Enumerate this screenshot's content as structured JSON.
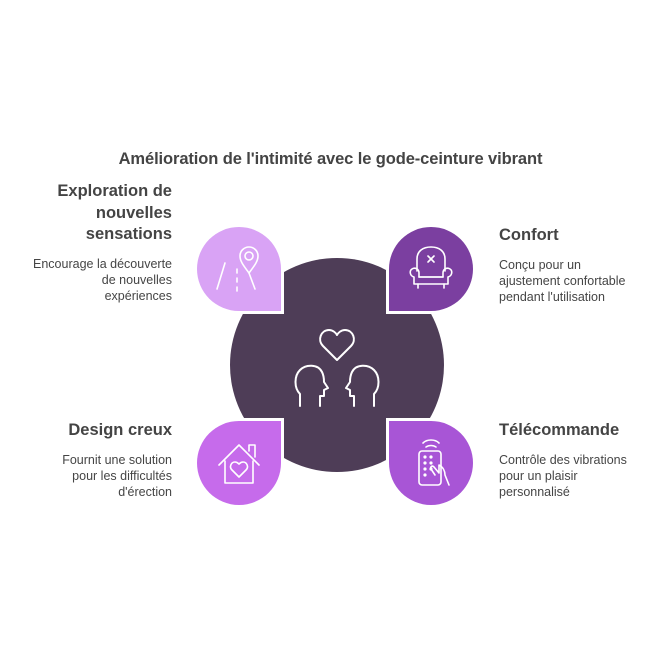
{
  "title": "Amélioration de l'intimité avec le gode-ceinture vibrant",
  "colors": {
    "center": "#4e3d57",
    "top_left": "#d9a3f5",
    "top_right": "#7b3fa0",
    "bottom_left": "#c66beb",
    "bottom_right": "#a855d6",
    "icon_stroke": "#ffffff",
    "text": "#444444"
  },
  "center": {
    "icon": "couple-heart-icon"
  },
  "items": [
    {
      "position": "top-left",
      "icon": "road-location-pin-icon",
      "title_lines": [
        "Exploration de",
        "nouvelles",
        "sensations"
      ],
      "desc_lines": [
        "Encourage la découverte",
        "de nouvelles",
        "expériences"
      ]
    },
    {
      "position": "top-right",
      "icon": "armchair-icon",
      "title_lines": [
        "Confort"
      ],
      "desc_lines": [
        "Conçu pour un",
        "ajustement confortable",
        "pendant l'utilisation"
      ]
    },
    {
      "position": "bottom-left",
      "icon": "house-heart-icon",
      "title_lines": [
        "Design creux"
      ],
      "desc_lines": [
        "Fournit une solution",
        "pour les difficultés",
        "d'érection"
      ]
    },
    {
      "position": "bottom-right",
      "icon": "remote-control-hand-icon",
      "title_lines": [
        "Télécommande"
      ],
      "desc_lines": [
        "Contrôle des vibrations",
        "pour un plaisir",
        "personnalisé"
      ]
    }
  ]
}
